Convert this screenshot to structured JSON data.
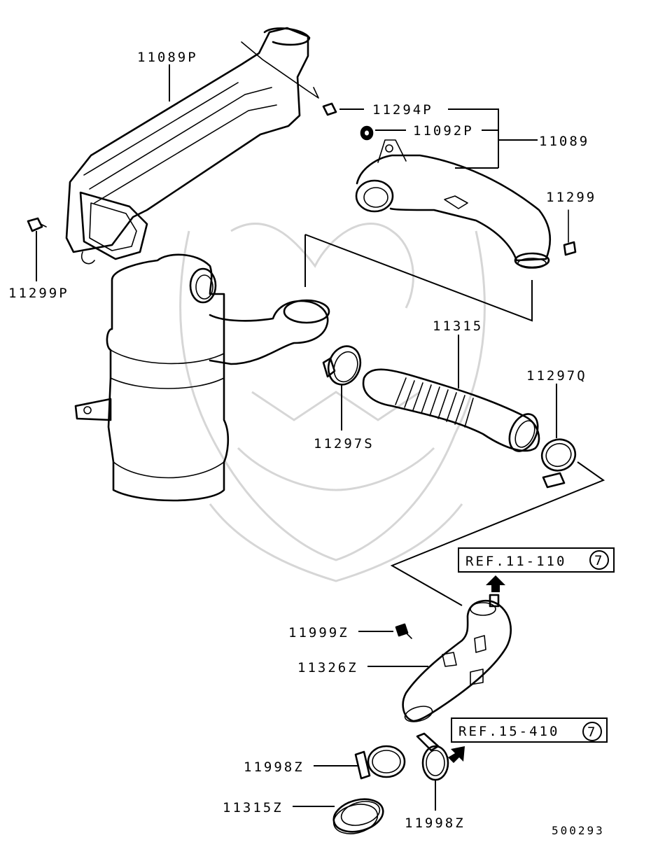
{
  "labels": {
    "p11089P": "11089P",
    "p11294P": "11294P",
    "p11092P": "11092P",
    "p11089": "11089",
    "p11299": "11299",
    "p11299P": "11299P",
    "p11315": "11315",
    "p11297Q": "11297Q",
    "p11297S": "11297S",
    "p11999Z": "11999Z",
    "p11326Z": "11326Z",
    "p11998Z_left": "11998Z",
    "p11315Z": "11315Z",
    "p11998Z_right": "11998Z"
  },
  "refs": {
    "ref1": {
      "text": "REF.11-110",
      "num": "7"
    },
    "ref2": {
      "text": "REF.15-410",
      "num": "7"
    }
  },
  "diagram_code": "500293"
}
